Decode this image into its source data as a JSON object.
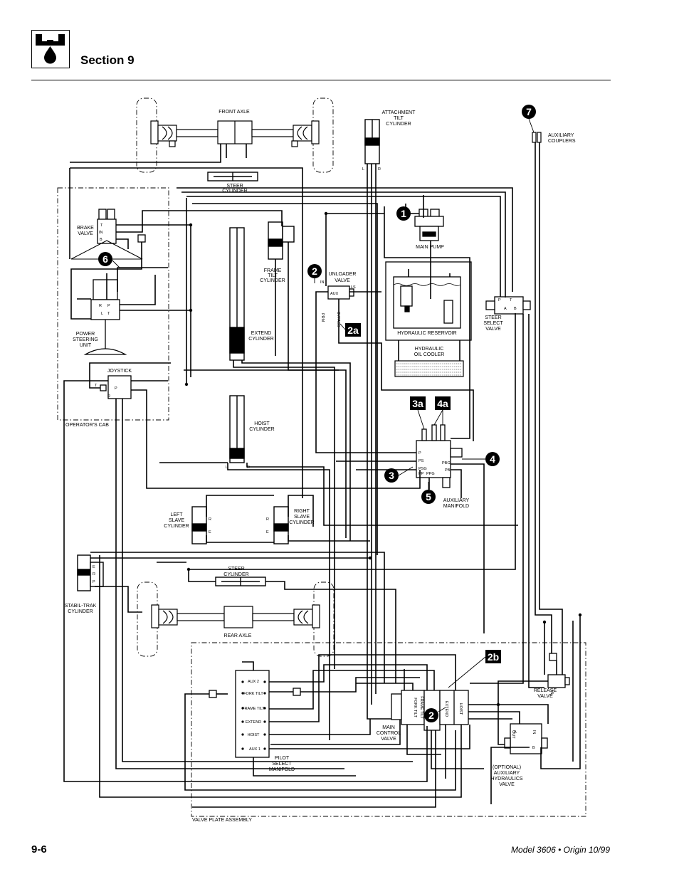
{
  "header": {
    "section": "Section 9"
  },
  "footer": {
    "page_number": "9-6",
    "model": "Model 3606 • Origin 10/99"
  },
  "labels": {
    "front_axle": "FRONT  AXLE",
    "attachment_tilt_cylinder": [
      "ATTACHMENT",
      "TILT",
      "CYLINDER"
    ],
    "auxiliary_couplers": [
      "AUXILIARY",
      "COUPLERS"
    ],
    "steer_cylinder_front": [
      "STEER",
      "CYLINDER"
    ],
    "brake_valve": [
      "BRAKE",
      "VALVE"
    ],
    "main_pump": "MAIN PUMP",
    "frame_tilt_cylinder": [
      "FRAME",
      "TILT",
      "CYLINDER"
    ],
    "unloader_valve": [
      "UNLOADER",
      "VALVE"
    ],
    "power_steering_unit": [
      "POWER",
      "STEERING",
      "UNIT"
    ],
    "extend_cylinder": [
      "EXTEND",
      "CYLINDER"
    ],
    "steer_select_valve": [
      "STEER",
      "SELECT",
      "VALVE"
    ],
    "hydraulic_reservoir": "HYDRAULIC RESERVOIR",
    "hydraulic_oil_cooler": [
      "HYDRAULIC",
      "OIL  COOLER"
    ],
    "joystick": "JOYSTICK",
    "operators_cab": "OPERATOR'S  CAB",
    "hoist_cylinder": [
      "HOIST",
      "CYLINDER"
    ],
    "auxiliary_manifold": [
      "AUXILIARY",
      "MANIFOLD"
    ],
    "left_slave_cylinder": [
      "LEFT",
      "SLAVE",
      "CYLINDER"
    ],
    "right_slave_cylinder": [
      "RIGHT",
      "SLAVE",
      "CYLINDER"
    ],
    "steer_cylinder_rear": [
      "STEER",
      "CYLINDER"
    ],
    "stabil_trak_cylinder": [
      "STABIL-TRAK",
      "CYLINDER"
    ],
    "rear_axle": "REAR  AXLE",
    "release_valve": [
      "RELEASE",
      "VALVE"
    ],
    "main_control_valve": [
      "MAIN",
      "CONTROL",
      "VALVE"
    ],
    "pilot_select_manifold": [
      "PILOT",
      "SELECT",
      "MANIFOLD"
    ],
    "optional_aux_valve": [
      "(OPTIONAL)",
      "AUXILIARY",
      "HYDRAULICS",
      "VALVE"
    ],
    "valve_plate_assembly": "VALVE PLATE ASSEMBLY"
  },
  "ports": {
    "L": "L",
    "R": "R",
    "E": "E",
    "T": "T",
    "P": "P",
    "A": "A",
    "B": "B",
    "IN": "IN",
    "LS": "LS",
    "AUX": "AUX",
    "PRM": "PRM",
    "BYPASS": "BYPASS",
    "PS": "PS",
    "PSG": "PSG",
    "PP": "PP",
    "PPG": "PPG",
    "PBG": "PBG",
    "PB": "PB",
    "OUT": "OUT"
  },
  "pilot_manifold_ports": [
    "AUX 2",
    "FORK TILT",
    "FRAME TILT",
    "EXTEND",
    "HOIST",
    "AUX 1"
  ],
  "control_valve_sections": [
    "FORK TILT",
    "FRAME TILT",
    "EXTEND",
    "HOIST"
  ],
  "callouts": [
    "1",
    "2",
    "2a",
    "2b",
    "2",
    "3",
    "3a",
    "4",
    "4a",
    "5",
    "6",
    "7"
  ]
}
